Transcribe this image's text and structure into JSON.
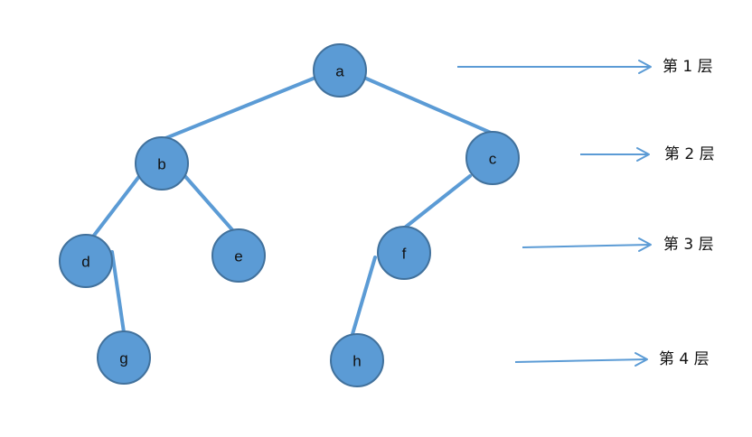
{
  "tree": {
    "nodes": [
      {
        "id": "a",
        "label": "a"
      },
      {
        "id": "b",
        "label": "b"
      },
      {
        "id": "c",
        "label": "c"
      },
      {
        "id": "d",
        "label": "d"
      },
      {
        "id": "e",
        "label": "e"
      },
      {
        "id": "f",
        "label": "f"
      },
      {
        "id": "g",
        "label": "g"
      },
      {
        "id": "h",
        "label": "h"
      }
    ],
    "edges": [
      {
        "from": "a",
        "to": "b"
      },
      {
        "from": "a",
        "to": "c"
      },
      {
        "from": "b",
        "to": "d"
      },
      {
        "from": "b",
        "to": "e"
      },
      {
        "from": "c",
        "to": "f"
      },
      {
        "from": "d",
        "to": "g"
      },
      {
        "from": "f",
        "to": "h"
      }
    ]
  },
  "levels": [
    {
      "label": "第 1 层"
    },
    {
      "label": "第 2 层"
    },
    {
      "label": "第 3 层"
    },
    {
      "label": "第 4 层"
    }
  ],
  "colors": {
    "node_fill": "#5b9bd5",
    "node_stroke": "#41719c",
    "edge": "#5b9bd5",
    "arrow": "#5b9bd5",
    "text": "#111111"
  }
}
